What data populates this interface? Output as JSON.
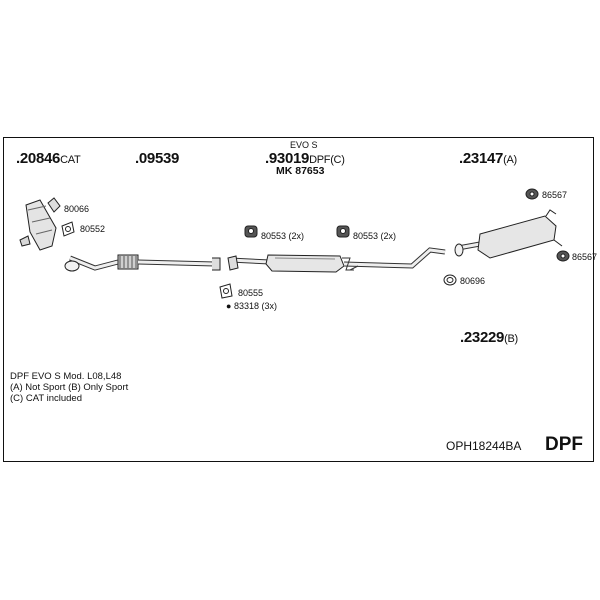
{
  "parts": {
    "p20846": {
      "number": ".20846",
      "suffix": "CAT"
    },
    "p09539": {
      "number": ".09539"
    },
    "p93019": {
      "top": "EVO S",
      "number": ".93019",
      "suffix": "DPF(C)",
      "sub": "MK 87653"
    },
    "p23147": {
      "number": ".23147",
      "suffix": "(A)"
    },
    "p23229": {
      "number": ".23229",
      "suffix": "(B)"
    }
  },
  "hardware": {
    "h80066": "80066",
    "h80552": "80552",
    "h80553a": "80553 (2x)",
    "h80553b": "80553 (2x)",
    "h80555": "80555",
    "h83318": "83318 (3x)",
    "h86567a": "86567",
    "h86567b": "86567",
    "h80696": "80696"
  },
  "notes": {
    "line1": "DPF EVO S   Mod. L08,L48",
    "line2": "(A) Not Sport (B) Only Sport",
    "line3": "(C) CAT included"
  },
  "footer": {
    "code": "OPH18244BA",
    "type": "DPF"
  }
}
